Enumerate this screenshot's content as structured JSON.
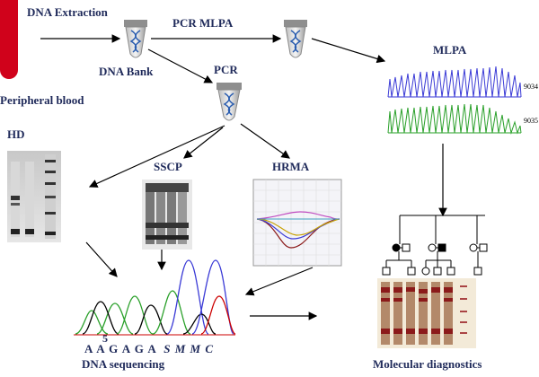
{
  "labels": {
    "dna_extraction": "DNA Extraction",
    "pcr_mlpa": "PCR MLPA",
    "dna_bank": "DNA Bank",
    "pcr": "PCR",
    "mlpa": "MLPA",
    "peripheral_blood": "Peripheral blood",
    "hd": "HD",
    "sscp": "SSCP",
    "hrma": "HRMA",
    "dna_sequencing": "DNA sequencing",
    "molecular_diagnostics": "Molecular diagnostics",
    "mlpa_sample_1": "9034",
    "mlpa_sample_2": "9035",
    "seq_marker": "5",
    "seq_plain": "A A G A G A",
    "seq_italic": "S M M C"
  },
  "colors": {
    "blood": "#d0021b",
    "label_text": "#1f2a5a",
    "mlpa_trace_1": "#3a3ad6",
    "mlpa_trace_2": "#2aa02a",
    "gel_band": "#8b1a1a",
    "tube": "#9a9a9a"
  }
}
